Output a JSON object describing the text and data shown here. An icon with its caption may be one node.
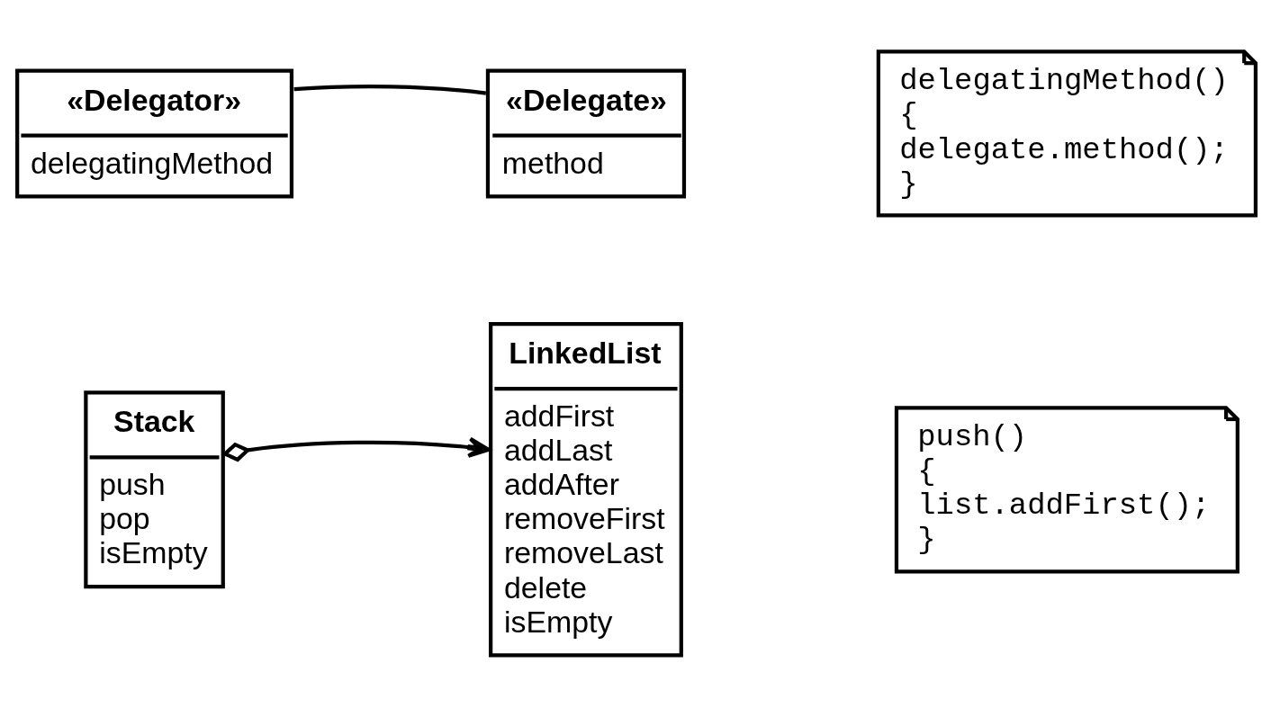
{
  "diagram": {
    "nodes": [
      {
        "text": [
          "«Delegator»",
          "delegatingMethod"
        ]
      },
      {
        "text": [
          "«Delegate»",
          "method"
        ]
      },
      {
        "text": [
          "delegatingMethod()",
          "{",
          "delegate.method();",
          "}"
        ]
      },
      {
        "text": [
          "Stack",
          "push",
          "pop",
          "isEmpty"
        ]
      },
      {
        "text": [
          "LinkedList",
          "addFirst",
          "addLast",
          "addAfter",
          "removeFirst",
          "removeLast",
          "delete",
          "isEmpty"
        ]
      },
      {
        "text": [
          "push()",
          "{",
          "list.addFirst();",
          "}"
        ]
      }
    ],
    "edges": [
      {
        "from": 0,
        "to": 1,
        "arrow": "none"
      },
      {
        "from": 3,
        "to": 4,
        "arrow": "to"
      }
    ]
  }
}
